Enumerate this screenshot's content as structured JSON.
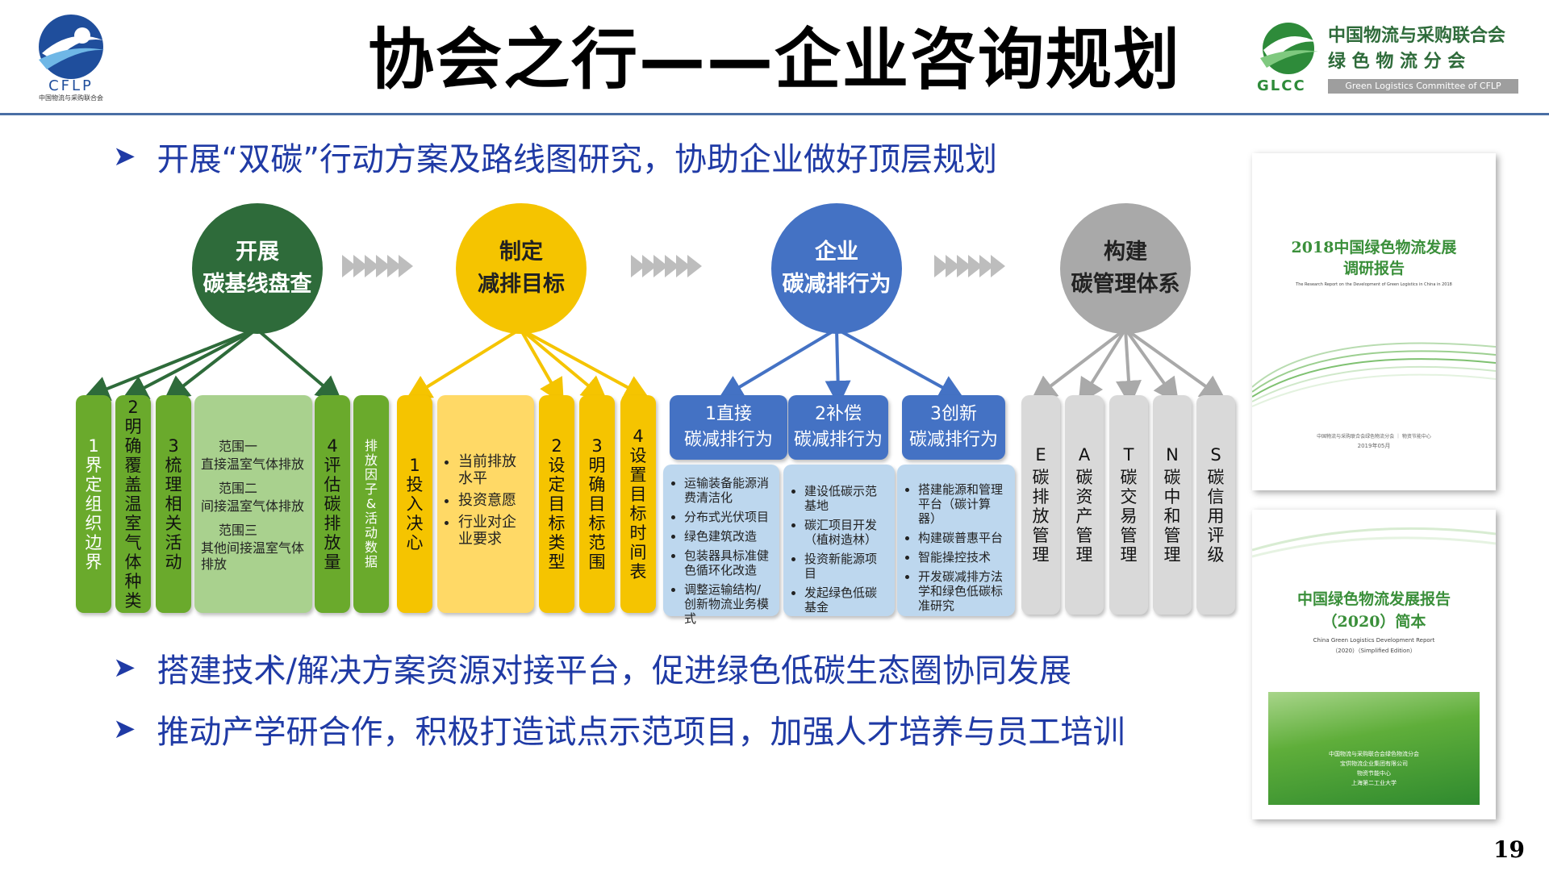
{
  "header": {
    "title": "协会之行——企业咨询规划",
    "left_logo": {
      "abbr": "CFLP",
      "subtitle": "中国物流与采购联合会"
    },
    "right_logo": {
      "line1": "中国物流与采购联合会",
      "line2": "绿 色 物 流 分 会",
      "abbr": "GLCC",
      "english": "Green Logistics Committee of CFLP"
    }
  },
  "bullets": [
    "开展“双碳”行动方案及路线图研究，协助企业做好顶层规划",
    "搭建技术/解决方案资源对接平台，促进绿色低碳生态圈协同发展",
    "推动产学研合作，积极打造试点示范项目，加强人才培养与员工培训"
  ],
  "stages": [
    {
      "line1": "开展",
      "line2": "碳基线盘查",
      "color": "#2e6b3a"
    },
    {
      "line1": "制定",
      "line2": "减排目标",
      "color": "#f5c400"
    },
    {
      "line1": "企业",
      "line2": "碳减排行为",
      "color": "#4472c4"
    },
    {
      "line1": "构建",
      "line2": "碳管理体系",
      "color": "#a9a9a9"
    }
  ],
  "green_columns": {
    "c1": "1界定组织边界",
    "c2": "2明确覆盖温室气体种类",
    "c3": "3梳理相关活动",
    "scopes": [
      "范围一",
      "直接温室气体排放",
      "范围二",
      "间接温室气体排放",
      "范围三",
      "其他间接温室气体排放"
    ],
    "c5": "4评估碳排放量",
    "c6": "排放因子&活动数据"
  },
  "yellow_columns": {
    "c1": "1投入决心",
    "list": [
      "当前排放水平",
      "投资意愿",
      "行业对企业要求"
    ],
    "c3": "2设定目标类型",
    "c4": "3明确目标范围",
    "c5": "4设置目标时间表"
  },
  "blue_columns": [
    {
      "header1": "1直接",
      "header2": "碳减排行为",
      "items": [
        "运输装备能源消费清洁化",
        "分布式光伏项目",
        "绿色建筑改造",
        "包装器具标准健色循环化改造",
        "调整运输结构/创新物流业务模式"
      ]
    },
    {
      "header1": "2补偿",
      "header2": "碳减排行为",
      "items": [
        "建设低碳示范基地",
        "碳汇项目开发（植树造林）",
        "投资新能源项目",
        "发起绿色低碳基金"
      ]
    },
    {
      "header1": "3创新",
      "header2": "碳减排行为",
      "items": [
        "搭建能源和管理平台（碳计算器）",
        "构建碳普惠平台",
        "智能操控技术",
        "开发碳减排方法学和绿色低碳标准研究"
      ]
    }
  ],
  "gray_columns": [
    {
      "letter": "E",
      "text": "碳排放管理"
    },
    {
      "letter": "A",
      "text": "碳资产管理"
    },
    {
      "letter": "T",
      "text": "碳交易管理"
    },
    {
      "letter": "N",
      "text": "碳中和管理"
    },
    {
      "letter": "S",
      "text": "碳信用评级"
    }
  ],
  "covers": [
    {
      "title1": "2018中国绿色物流发展",
      "title2": "调研报告",
      "english": "The Research Report on the Development of Green Logistics in China in 2018",
      "org": "中国物流与采购联合会绿色物流分会 ｜ 物资节能中心",
      "date": "2019年05月"
    },
    {
      "title1": "中国绿色物流发展报告",
      "title2": "（2020）简本",
      "english1": "China Green Logistics Development Report",
      "english2": "（2020）（Simplified Edition）",
      "orgs": [
        "中国物流与采购联合会绿色物流分会",
        "宝供物流企业集团有限公司",
        "物资节能中心",
        "上海第二工业大学"
      ]
    }
  ],
  "page_number": "19",
  "colors": {
    "green_dark": "#2e6b3a",
    "green": "#6aaa2c",
    "green_light": "#a9d18e",
    "yellow": "#f5c400",
    "yellow_light": "#ffd966",
    "blue": "#4472c4",
    "blue_light": "#bdd7ee",
    "gray": "#a9a9a9",
    "text_blue": "#1f3aa5"
  }
}
